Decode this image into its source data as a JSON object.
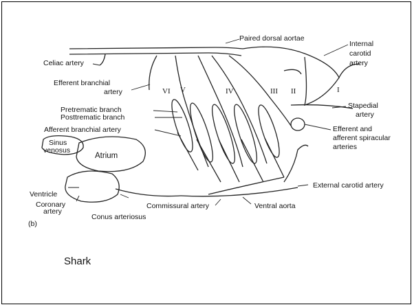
{
  "figure": {
    "panel_label": "(b)",
    "labels": {
      "paired_dorsal_aortae": "Paired dorsal aortae",
      "internal_carotid_1": "Internal",
      "internal_carotid_2": "carotid",
      "internal_carotid_3": "artery",
      "celiac_artery": "Celiac artery",
      "efferent_branchial_1": "Efferent branchial",
      "efferent_branchial_2": "artery",
      "pretrematic": "Pretrematic branch",
      "posttrematic": "Posttrematic branch",
      "afferent_branchial": "Afferent branchial artery",
      "stapedial_1": "Stapedial",
      "stapedial_2": "artery",
      "efferent_spiracular_1": "Efferent and",
      "efferent_spiracular_2": "afferent spiracular",
      "efferent_spiracular_3": "arteries",
      "sinus_1": "Sinus",
      "sinus_2": "venosus",
      "atrium": "Atrium",
      "ventricle": "Ventricle",
      "coronary_1": "Coronary",
      "coronary_2": "artery",
      "conus": "Conus arteriosus",
      "commissural": "Commissural artery",
      "ventral_aorta": "Ventral aorta",
      "external_carotid": "External carotid artery"
    },
    "arch_numerals": [
      "VI",
      "V",
      "IV",
      "III",
      "II",
      "I"
    ]
  },
  "caption": "Shark"
}
